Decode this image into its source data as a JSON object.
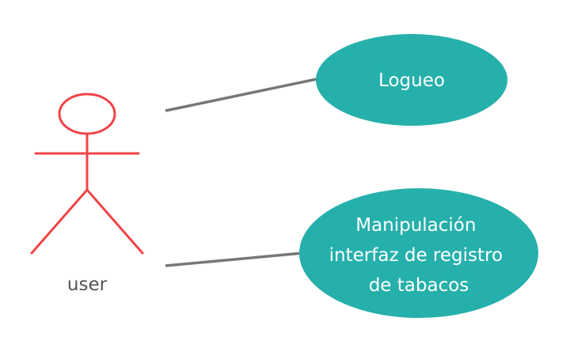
{
  "diagram": {
    "type": "use-case",
    "actor": {
      "name": "user",
      "color": "#f04448",
      "label_color": "#555555"
    },
    "use_cases": [
      {
        "id": "logueo",
        "lines": [
          "Logueo"
        ]
      },
      {
        "id": "manipulacion",
        "lines": [
          "Manipulación",
          "interfaz de registro",
          "de tabacos"
        ]
      }
    ],
    "associations": [
      {
        "from": "user",
        "to": "logueo"
      },
      {
        "from": "user",
        "to": "manipulacion"
      }
    ],
    "colors": {
      "use_case_fill": "#26b0ab",
      "use_case_text": "#ffffff",
      "line": "#777777"
    }
  }
}
